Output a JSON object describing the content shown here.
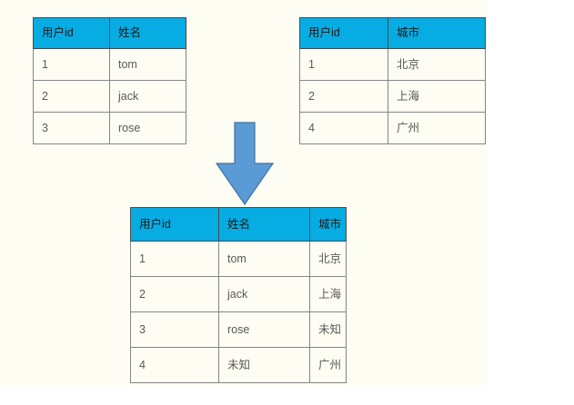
{
  "diagram": {
    "title_semantic": "sql-join-merge-illustration",
    "background_color": "#fdfdf3",
    "header_color": "#06ace2",
    "arrow_color": "#5b9bd5",
    "arrow_border_color": "#41719c",
    "border_color": "#7f7f7f",
    "text_color": "#595959"
  },
  "tables": {
    "users": {
      "name": "users-table",
      "headers": [
        "用户id",
        "姓名"
      ],
      "rows": [
        [
          "1",
          "tom"
        ],
        [
          "2",
          "jack"
        ],
        [
          "3",
          "rose"
        ]
      ]
    },
    "cities": {
      "name": "cities-table",
      "headers": [
        "用户id",
        "城市"
      ],
      "rows": [
        [
          "1",
          "北京"
        ],
        [
          "2",
          "上海"
        ],
        [
          "4",
          "广州"
        ]
      ]
    },
    "merged": {
      "name": "merged-result-table",
      "headers": [
        "用户id",
        "姓名",
        "城市"
      ],
      "rows": [
        [
          "1",
          "tom",
          "北京"
        ],
        [
          "2",
          "jack",
          "上海"
        ],
        [
          "3",
          "rose",
          "未知"
        ],
        [
          "4",
          "未知",
          "广州"
        ]
      ]
    }
  },
  "arrow": {
    "name": "down-arrow-icon",
    "direction": "down"
  }
}
